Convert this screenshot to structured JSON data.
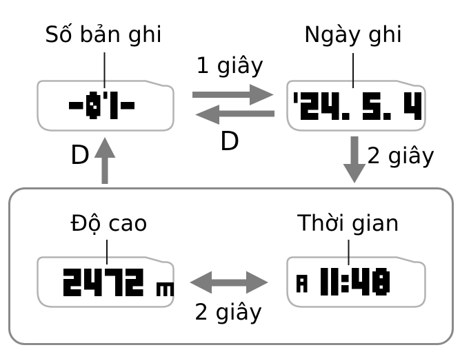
{
  "diagram": {
    "screens": {
      "record_number": {
        "label": "Số bản ghi",
        "lcd": "-01-"
      },
      "record_date": {
        "label": "Ngày ghi",
        "lcd": "'24. 5. 4"
      },
      "altitude": {
        "label": "Độ cao",
        "lcd": "2472 m"
      },
      "record_time": {
        "label": "Thời gian",
        "lcd": "A 11:48"
      }
    },
    "transitions": {
      "hold_1_second": "1 giây",
      "hold_2_seconds_down": "2 giây",
      "toggle_2_seconds": "2 giây",
      "button_d_horizontal": "D",
      "button_d_up": "D"
    },
    "colors": {
      "arrow": "#7d7d7d",
      "display_frame": "#b3b3b3",
      "group_box": "#8a8a8a",
      "text": "#000000"
    }
  }
}
